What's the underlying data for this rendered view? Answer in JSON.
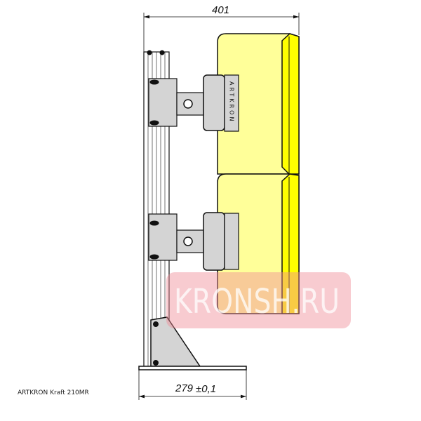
{
  "drawing": {
    "dimension_top": "401",
    "dimension_bottom": "279",
    "dimension_bottom_tolerance": "±0,1",
    "bracket_label": "ARTKRON",
    "caption": "ARTKRON Kraft 210MR",
    "watermark": "KRONSH.RU"
  },
  "colors": {
    "monitor_fill": "#FFFF99",
    "monitor_edge": "#FFFF00",
    "metal": "#D4D4D4",
    "watermark_bg": "#F08C96"
  }
}
